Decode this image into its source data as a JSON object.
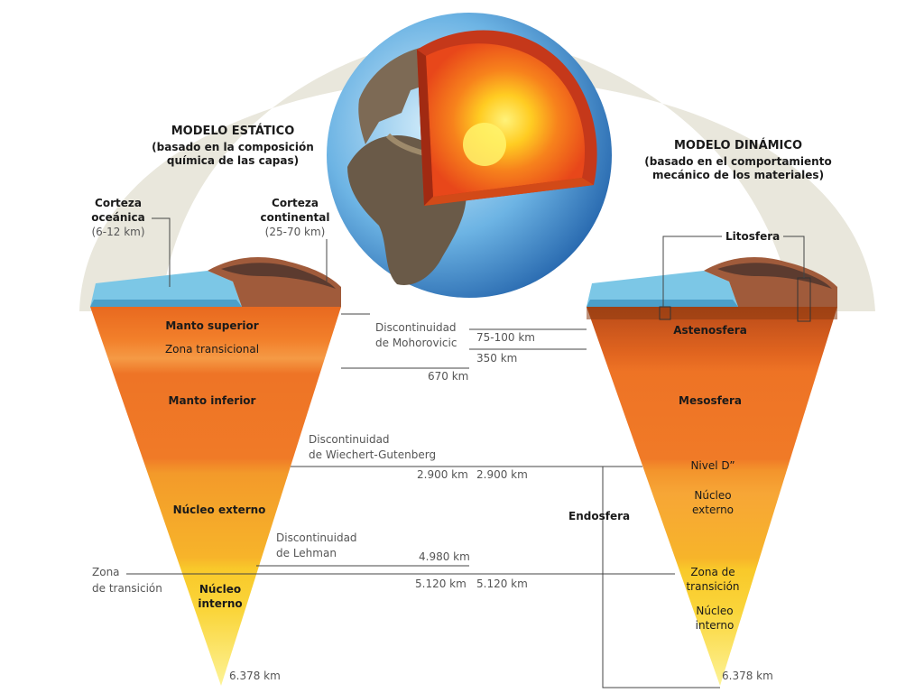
{
  "static_model": {
    "title": "MODELO ESTÁTICO",
    "subtitle_1": "(basado en la composición",
    "subtitle_2": "química de las capas)",
    "oceanic_crust": "Corteza",
    "oceanic_crust_2": "oceánica",
    "oceanic_range": "(6-12 km)",
    "continental_crust": "Corteza",
    "continental_crust_2": "continental",
    "continental_range": "(25-70 km)",
    "layers": {
      "upper_mantle": "Manto superior",
      "transition_zone": "Zona transicional",
      "lower_mantle": "Manto inferior",
      "outer_core": "Núcleo externo",
      "inner_core_1": "Núcleo",
      "inner_core_2": "interno"
    },
    "zona_1": "Zona",
    "zona_2": "de transición",
    "bottom_depth": "6.378  km"
  },
  "dynamic_model": {
    "title": "MODELO DINÁMICO",
    "subtitle_1": "(basado en el comportamiento",
    "subtitle_2": "mecánico de los materiales)",
    "lithosphere": "Litosfera",
    "layers": {
      "asthenosphere": "Astenosfera",
      "mesosphere": "Mesosfera",
      "level_d": "Nivel D”",
      "outer_core_1": "Núcleo",
      "outer_core_2": "externo",
      "transition_1": "Zona de",
      "transition_2": "transición",
      "inner_core_1": "Núcleo",
      "inner_core_2": "interno"
    },
    "endosphere": "Endosfera",
    "bottom_depth": "6.378  km"
  },
  "discontinuities": {
    "moho_1": "Discontinuidad",
    "moho_2": "de Mohorovicic",
    "wg_1": "Discontinuidad",
    "wg_2": "de Wiechert-Gutenberg",
    "lehman_1": "Discontinuidad",
    "lehman_2": "de Lehman"
  },
  "depths": {
    "d_75_100": "75-100 km",
    "d_350": "350 km",
    "d_670": "670 km",
    "d_2900_left": "2.900  km",
    "d_2900_right": "2.900  km",
    "d_4980": "4.980 km",
    "d_5120_left": "5.120  km",
    "d_5120_right": "5.120  km"
  },
  "colors": {
    "arch": "#e9e7dc",
    "mantle_top": "#ef7a28",
    "core": "#f7c21c",
    "inner_core": "#fbe95a",
    "ocean": "#7cc7e6",
    "lines": "#444444"
  }
}
